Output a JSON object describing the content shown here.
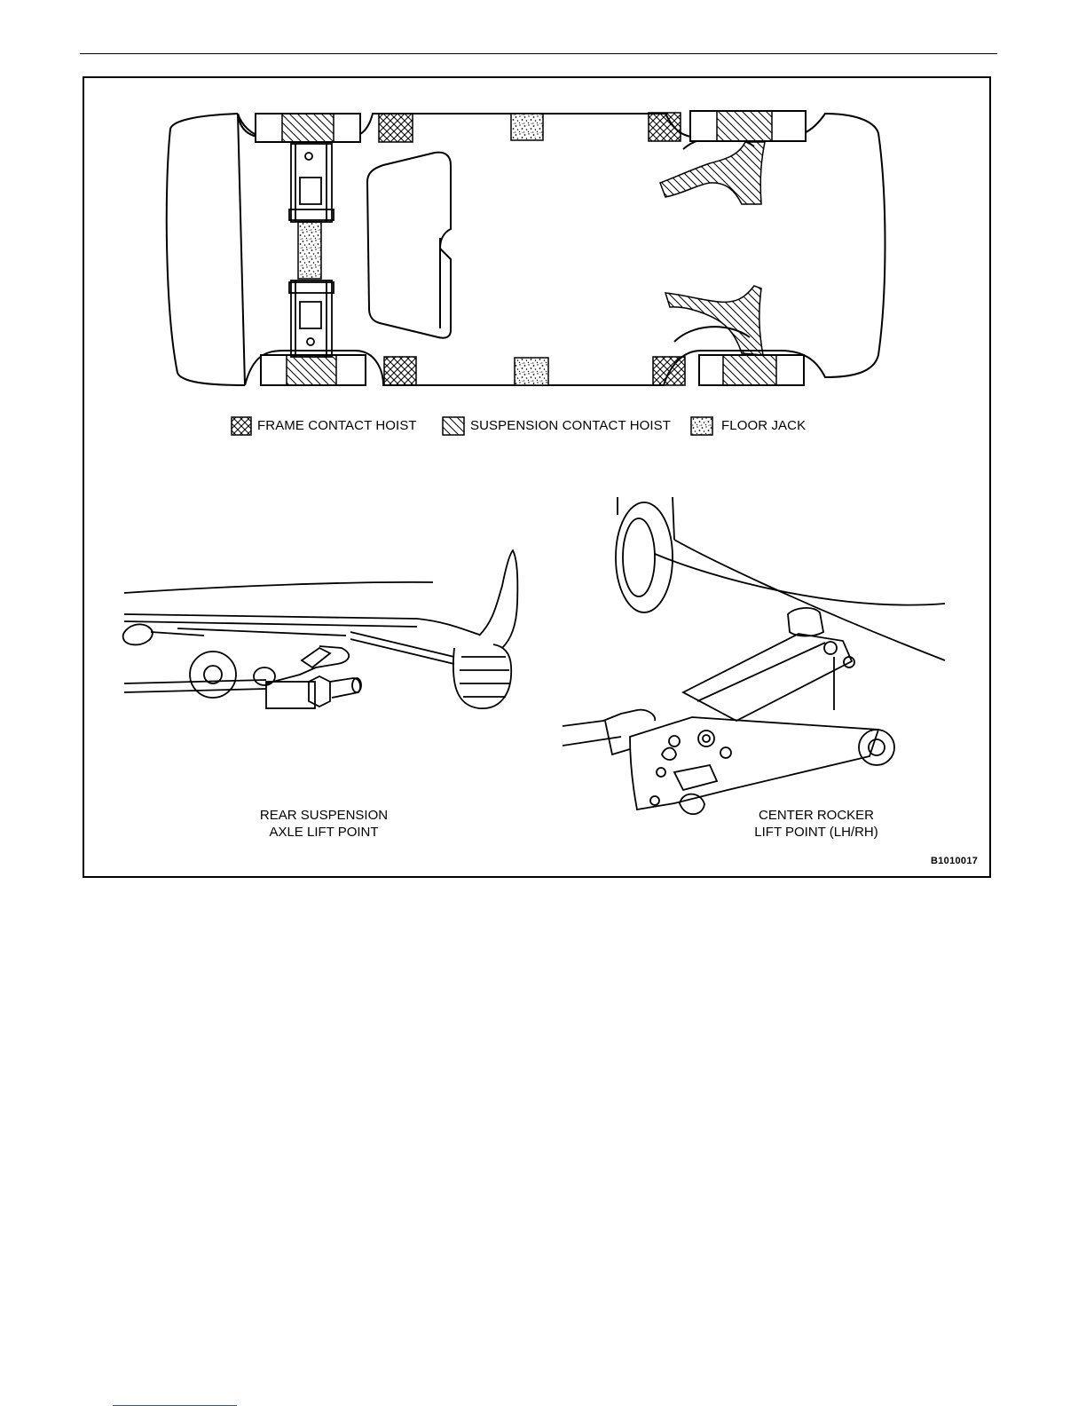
{
  "legend": {
    "frame_contact_hoist": "FRAME CONTACT HOIST",
    "suspension_contact_hoist": "SUSPENSION CONTACT HOIST",
    "floor_jack": "FLOOR JACK"
  },
  "captions": {
    "rear_line1": "REAR SUSPENSION",
    "rear_line2": "AXLE LIFT POINT",
    "center_line1": "CENTER ROCKER",
    "center_line2": "LIFT POINT (LH/RH)"
  },
  "figure_id": "B1010017",
  "colors": {
    "ink": "#000000",
    "paper": "#ffffff",
    "link": "#3a49c9"
  }
}
